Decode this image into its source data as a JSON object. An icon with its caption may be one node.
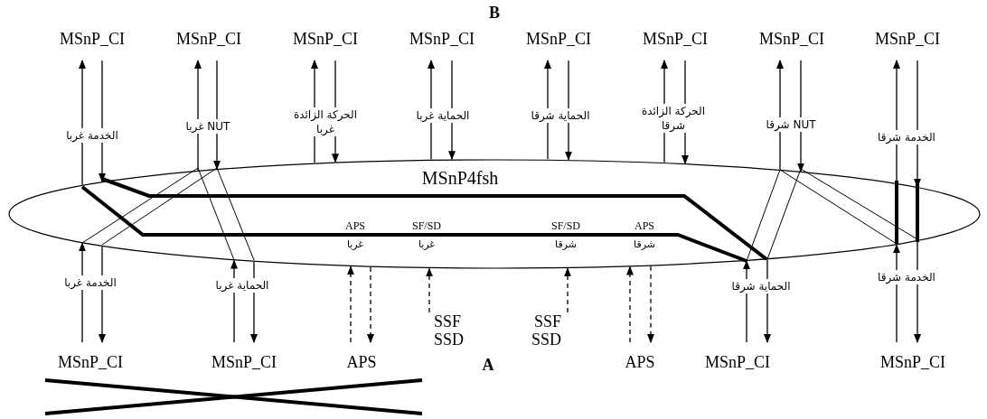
{
  "diagram": {
    "nodes": [
      {
        "text": [
          "MSnP4fsh"
        ]
      },
      {
        "text": [
          "MSnP_CI"
        ]
      },
      {
        "text": [
          "MSnP_CI"
        ]
      },
      {
        "text": [
          "MSnP_CI"
        ]
      },
      {
        "text": [
          "MSnP_CI"
        ]
      },
      {
        "text": [
          "MSnP_CI"
        ]
      },
      {
        "text": [
          "MSnP_CI"
        ]
      },
      {
        "text": [
          "MSnP_CI"
        ]
      },
      {
        "text": [
          "MSnP_CI"
        ]
      },
      {
        "text": [
          "MSnP_CI"
        ]
      },
      {
        "text": [
          "MSnP_CI"
        ]
      },
      {
        "text": [
          "APS"
        ]
      },
      {
        "text": [
          "SSF SSD"
        ]
      },
      {
        "text": [
          "SSF SSD"
        ]
      },
      {
        "text": [
          "APS"
        ]
      },
      {
        "text": [
          "MSnP_CI"
        ]
      },
      {
        "text": [
          "MSnP_CI"
        ]
      }
    ],
    "edges": [
      {
        "from": 0,
        "to": 1,
        "arrow": "to"
      },
      {
        "from": 1,
        "to": 0,
        "arrow": "to",
        "label": "الخدمة غربا"
      },
      {
        "from": 0,
        "to": 2,
        "arrow": "to"
      },
      {
        "from": 2,
        "to": 0,
        "arrow": "to",
        "label": "NUT غربا"
      },
      {
        "from": 0,
        "to": 3,
        "arrow": "to"
      },
      {
        "from": 3,
        "to": 0,
        "arrow": "to",
        "label": "الحركة الزائدة غربا"
      },
      {
        "from": 0,
        "to": 4,
        "arrow": "to"
      },
      {
        "from": 4,
        "to": 0,
        "arrow": "to",
        "label": "الحماية غربا"
      },
      {
        "from": 0,
        "to": 5,
        "arrow": "to"
      },
      {
        "from": 5,
        "to": 0,
        "arrow": "to",
        "label": "الحماية شرقا"
      },
      {
        "from": 0,
        "to": 6,
        "arrow": "to"
      },
      {
        "from": 6,
        "to": 0,
        "arrow": "to",
        "label": "الحركة الزائدة شرقا"
      },
      {
        "from": 0,
        "to": 7,
        "arrow": "to"
      },
      {
        "from": 7,
        "to": 0,
        "arrow": "to",
        "label": "NUT شرقا"
      },
      {
        "from": 0,
        "to": 8,
        "arrow": "to"
      },
      {
        "from": 8,
        "to": 0,
        "arrow": "to",
        "label": "الخدمة شرقا"
      },
      {
        "from": 9,
        "to": 0,
        "arrow": "to"
      },
      {
        "from": 0,
        "to": 9,
        "arrow": "to",
        "label": "الخدمة غربا"
      },
      {
        "from": 10,
        "to": 0,
        "arrow": "to"
      },
      {
        "from": 0,
        "to": 10,
        "arrow": "to",
        "label": "الحماية غربا"
      },
      {
        "from": 11,
        "to": 0,
        "arrow": "to",
        "style": "dashed"
      },
      {
        "from": 0,
        "to": 11,
        "arrow": "to",
        "style": "dashed"
      },
      {
        "from": 12,
        "to": 0,
        "arrow": "to",
        "style": "dashed"
      },
      {
        "from": 13,
        "to": 0,
        "arrow": "to",
        "style": "dashed"
      },
      {
        "from": 14,
        "to": 0,
        "arrow": "to",
        "style": "dashed"
      },
      {
        "from": 0,
        "to": 14,
        "arrow": "to",
        "style": "dashed"
      },
      {
        "from": 15,
        "to": 0,
        "arrow": "to"
      },
      {
        "from": 0,
        "to": 15,
        "arrow": "to",
        "label": "الحماية شرقا"
      },
      {
        "from": 16,
        "to": 0,
        "arrow": "to"
      },
      {
        "from": 0,
        "to": 16,
        "arrow": "to",
        "label": "الخدمة شرقا"
      }
    ],
    "labels": [
      "B",
      "APS",
      "غربا",
      "SF/SD",
      "غربا",
      "SF/SD",
      "شرقا",
      "APS",
      "شرقا",
      "A"
    ]
  }
}
